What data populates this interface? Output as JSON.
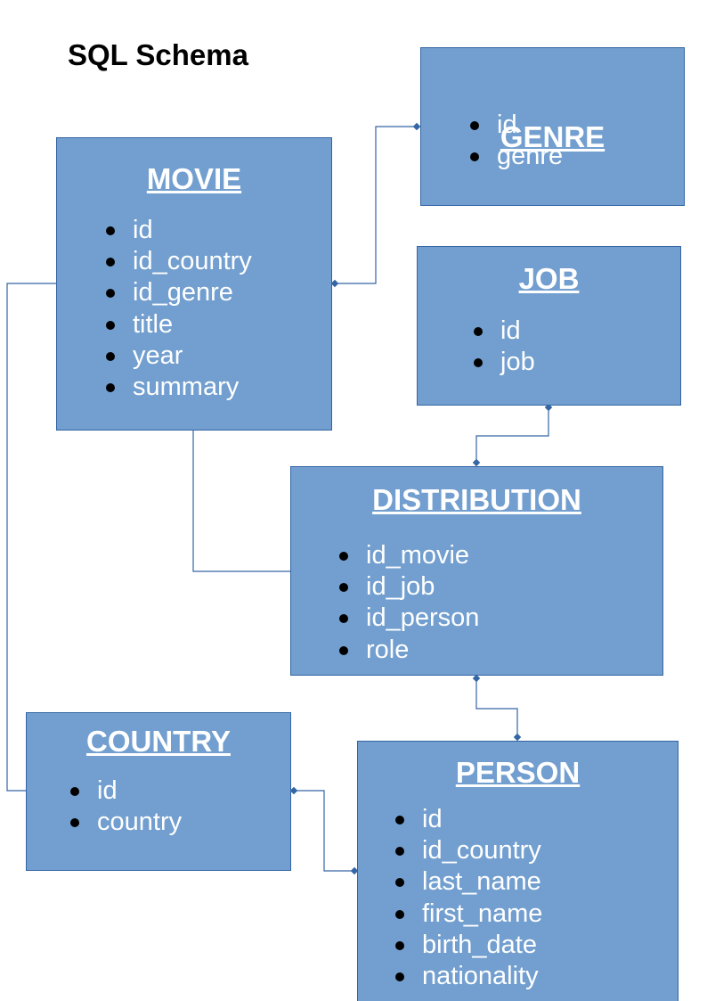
{
  "title": "SQL Schema",
  "colors": {
    "box_fill": "#729fcf",
    "box_border": "#3465a4",
    "connector": "#3465a4",
    "text": "#ffffff"
  },
  "tables": {
    "genre": {
      "name": "GENRE",
      "fields": [
        "id",
        "genre"
      ]
    },
    "movie": {
      "name": "MOVIE",
      "fields": [
        "id",
        "id_country",
        "id_genre",
        "title",
        "year",
        "summary"
      ]
    },
    "job": {
      "name": "JOB",
      "fields": [
        "id",
        "job"
      ]
    },
    "distribution": {
      "name": "DISTRIBUTION",
      "fields": [
        "id_movie",
        "id_job",
        "id_person",
        "role"
      ]
    },
    "country": {
      "name": "COUNTRY",
      "fields": [
        "id",
        "country"
      ]
    },
    "person": {
      "name": "PERSON",
      "fields": [
        "id",
        "id_country",
        "last_name",
        "first_name",
        "birth_date",
        "nationality"
      ]
    }
  }
}
